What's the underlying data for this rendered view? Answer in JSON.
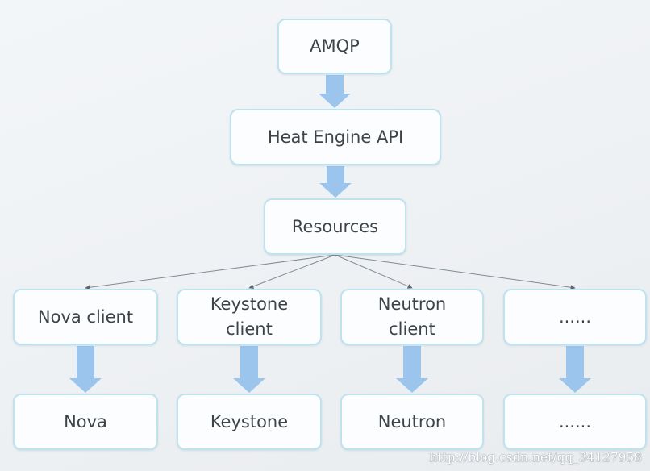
{
  "diagram": {
    "nodes": [
      {
        "id": "amqp",
        "label": "AMQP"
      },
      {
        "id": "heat",
        "label": "Heat Engine API"
      },
      {
        "id": "resources",
        "label": "Resources"
      },
      {
        "id": "nova_client",
        "label": "Nova client"
      },
      {
        "id": "keystone_client",
        "label": "Keystone\nclient"
      },
      {
        "id": "neutron_client",
        "label": "Neutron\nclient"
      },
      {
        "id": "more_client",
        "label": "......"
      },
      {
        "id": "nova",
        "label": "Nova"
      },
      {
        "id": "keystone",
        "label": "Keystone"
      },
      {
        "id": "neutron",
        "label": "Neutron"
      },
      {
        "id": "more",
        "label": "......"
      }
    ],
    "edges": [
      {
        "from": "amqp",
        "to": "heat",
        "style": "block-arrow"
      },
      {
        "from": "heat",
        "to": "resources",
        "style": "block-arrow"
      },
      {
        "from": "resources",
        "to": "nova_client",
        "style": "thin-arrow"
      },
      {
        "from": "resources",
        "to": "keystone_client",
        "style": "thin-arrow"
      },
      {
        "from": "resources",
        "to": "neutron_client",
        "style": "thin-arrow"
      },
      {
        "from": "resources",
        "to": "more_client",
        "style": "thin-arrow"
      },
      {
        "from": "nova_client",
        "to": "nova",
        "style": "block-arrow"
      },
      {
        "from": "keystone_client",
        "to": "keystone",
        "style": "block-arrow"
      },
      {
        "from": "neutron_client",
        "to": "neutron",
        "style": "block-arrow"
      },
      {
        "from": "more_client",
        "to": "more",
        "style": "block-arrow"
      }
    ],
    "colors": {
      "box_border": "#bfe3ee",
      "box_fill": "#fbfdfe",
      "block_arrow": "#9cc5ee",
      "thin_arrow": "#5d6770",
      "text": "#3e4348"
    }
  },
  "watermark": "http://blog.csdn.net/qq_34127958"
}
